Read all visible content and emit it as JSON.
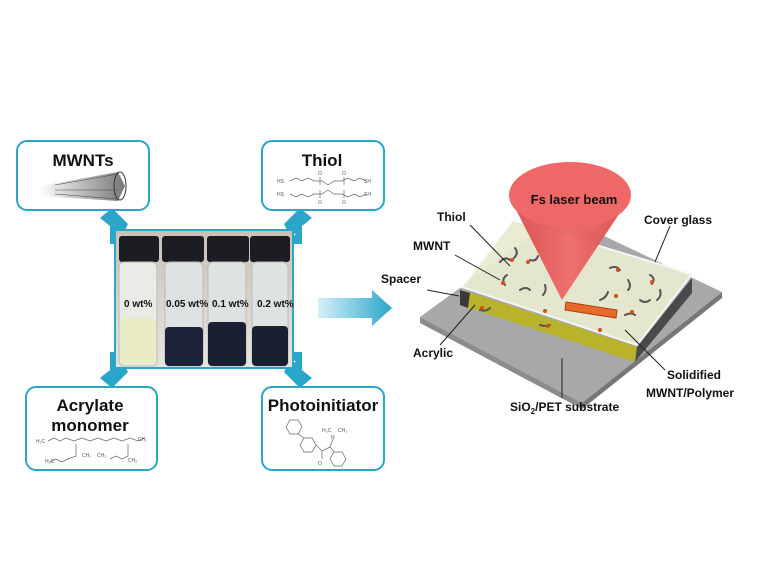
{
  "colors": {
    "accent": "#2aa6c9",
    "laser": "#ef6464",
    "substrate": "#a8a8a8",
    "resin": "#c9c64a"
  },
  "left": {
    "boxes": {
      "mwnts": {
        "title": "MWNTs"
      },
      "thiol": {
        "title": "Thiol",
        "chem_labels": [
          "HS",
          "SH",
          "HS",
          "SH",
          "O",
          "O",
          "O",
          "O"
        ]
      },
      "acrylate": {
        "title_line1": "Acrylate",
        "title_line2": "monomer",
        "chem_labels": [
          "H₂C",
          "CH₂",
          "H₂C",
          "CH₂",
          "CH₃",
          "CH₃"
        ]
      },
      "photoinitiator": {
        "title": "Photoinitiator",
        "chem_labels": [
          "H₃C",
          "CH₃",
          "N",
          "O"
        ]
      }
    },
    "vials": [
      "0 wt%",
      "0.05 wt%",
      "0.1 wt%",
      "0.2 wt%"
    ]
  },
  "right": {
    "labels": {
      "laser": "Fs laser beam",
      "thiol": "Thiol",
      "mwnt": "MWNT",
      "spacer": "Spacer",
      "acrylic": "Acrylic",
      "cover_glass": "Cover glass",
      "solidified_1": "Solidified",
      "solidified_2": "MWNT/Polymer",
      "substrate_pre": "SiO",
      "substrate_sub": "2",
      "substrate_post": "/PET substrate"
    }
  }
}
